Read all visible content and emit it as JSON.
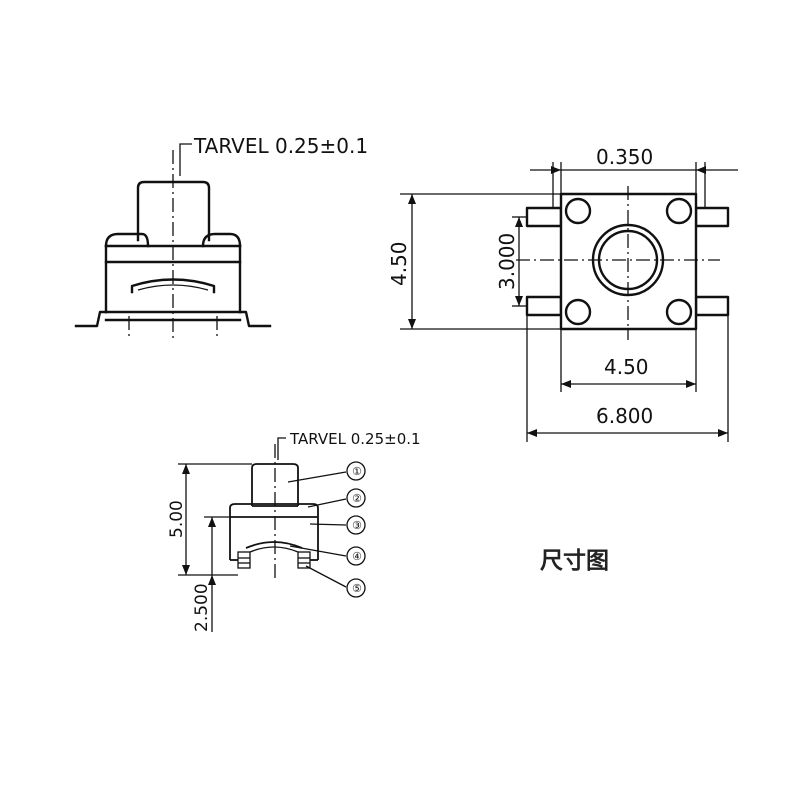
{
  "labels": {
    "tarvel_top": "TARVEL 0.25±0.1",
    "tarvel_bottom": "TARVEL 0.25±0.1",
    "caption": "尺寸图"
  },
  "dimensions": {
    "pin_width": "0.350",
    "body_height": "4.50",
    "pitch_vertical": "3.000",
    "pitch_horizontal": "4.50",
    "overall_width": "6.800",
    "total_height": "5.00",
    "body_z_height": "2.500"
  },
  "callouts": [
    "①",
    "②",
    "③",
    "④",
    "⑤"
  ]
}
